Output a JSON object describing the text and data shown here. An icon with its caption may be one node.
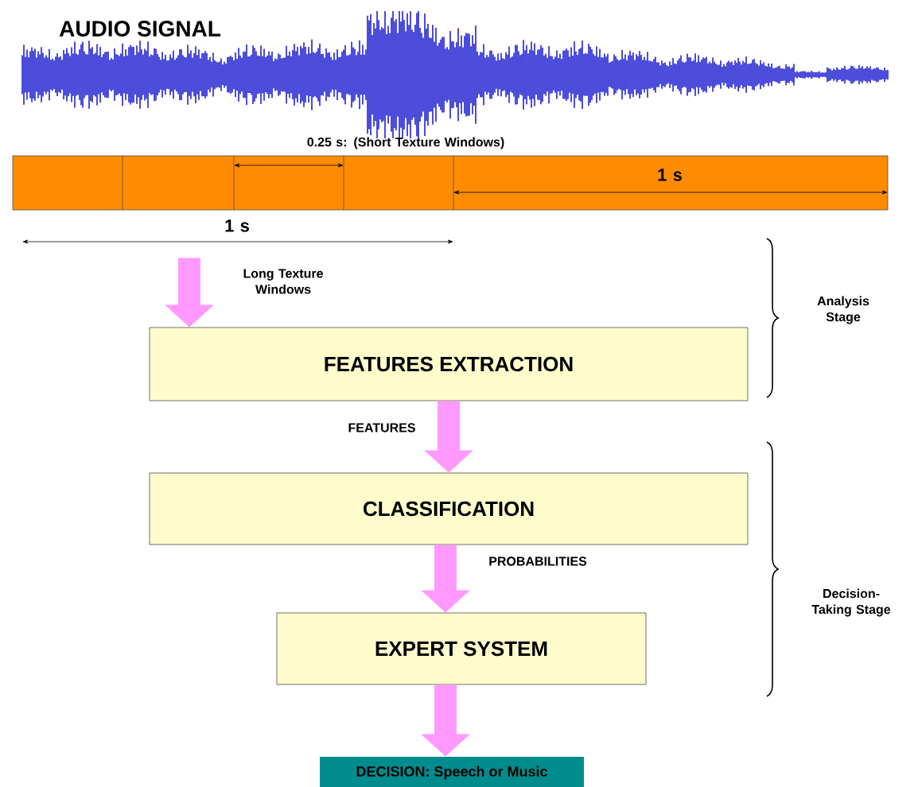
{
  "diagram": {
    "title": "AUDIO SIGNAL",
    "nodes": [
      {
        "text": [],
        "shape": "bar"
      },
      {
        "text": [
          "FEATURES EXTRACTION"
        ]
      },
      {
        "text": [
          "CLASSIFICATION"
        ]
      },
      {
        "text": [
          "EXPERT SYSTEM"
        ]
      },
      {
        "text": [
          "DECISION: Speech or Music"
        ]
      }
    ],
    "edges": [
      {
        "from": 0,
        "to": 1,
        "arrow": "to",
        "label": "Long Texture Windows"
      },
      {
        "from": 1,
        "to": 2,
        "arrow": "to",
        "label": "FEATURES"
      },
      {
        "from": 2,
        "to": 3,
        "arrow": "to",
        "label": "PROBABILITIES"
      },
      {
        "from": 3,
        "to": 4,
        "arrow": "to"
      }
    ],
    "labels": [
      "0.25 s: (Short Texture Windows)",
      "1 s",
      "1 s",
      "Analysis Stage",
      "Decision-Taking Stage"
    ]
  }
}
